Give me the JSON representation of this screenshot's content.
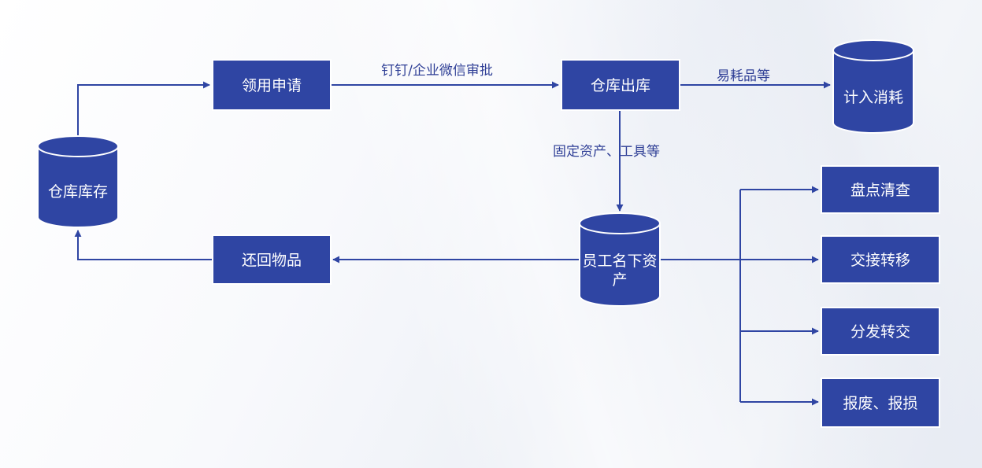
{
  "colors": {
    "node_fill": "#2f45a3",
    "node_stroke": "#ffffff",
    "edge": "#2f45a3",
    "edge_label": "#2f3f96"
  },
  "nodes": {
    "inventory": "仓库库存",
    "apply": "领用申请",
    "outbound": "仓库出库",
    "consume": "计入消耗",
    "employee_assets_line1": "员工名下资",
    "employee_assets_line2": "产",
    "return_items": "还回物品",
    "stocktake": "盘点清查",
    "handover": "交接转移",
    "distribute": "分发转交",
    "scrap": "报废、报损"
  },
  "edges": {
    "approval": "钉钉/企业微信审批",
    "consumables": "易耗品等",
    "fixed_assets": "固定资产、工具等"
  }
}
